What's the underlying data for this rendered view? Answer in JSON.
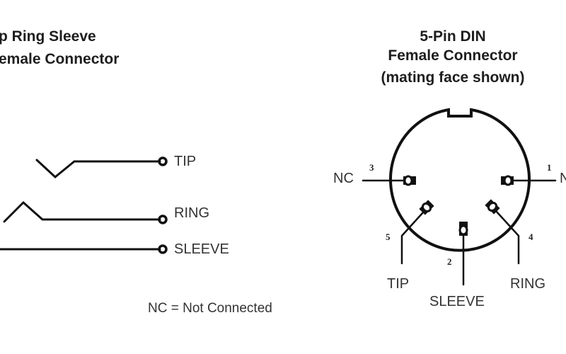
{
  "trs": {
    "title_line1": "p Ring Sleeve",
    "title_line2": "emale Connector",
    "terminals": [
      {
        "name": "tip",
        "label": "TIP"
      },
      {
        "name": "ring",
        "label": "RING"
      },
      {
        "name": "sleeve",
        "label": "SLEEVE"
      }
    ]
  },
  "din": {
    "title_line1": "5-Pin DIN",
    "title_line2": "Female Connector",
    "title_line3": "(mating face shown)",
    "pins": [
      {
        "number": "1",
        "label": "N"
      },
      {
        "number": "2",
        "label": "SLEEVE"
      },
      {
        "number": "3",
        "label": "NC"
      },
      {
        "number": "4",
        "label": "RING"
      },
      {
        "number": "5",
        "label": "TIP"
      }
    ]
  },
  "legend": "NC = Not Connected",
  "colors": {
    "line": "#111111",
    "text": "#333333",
    "background": "#ffffff"
  }
}
